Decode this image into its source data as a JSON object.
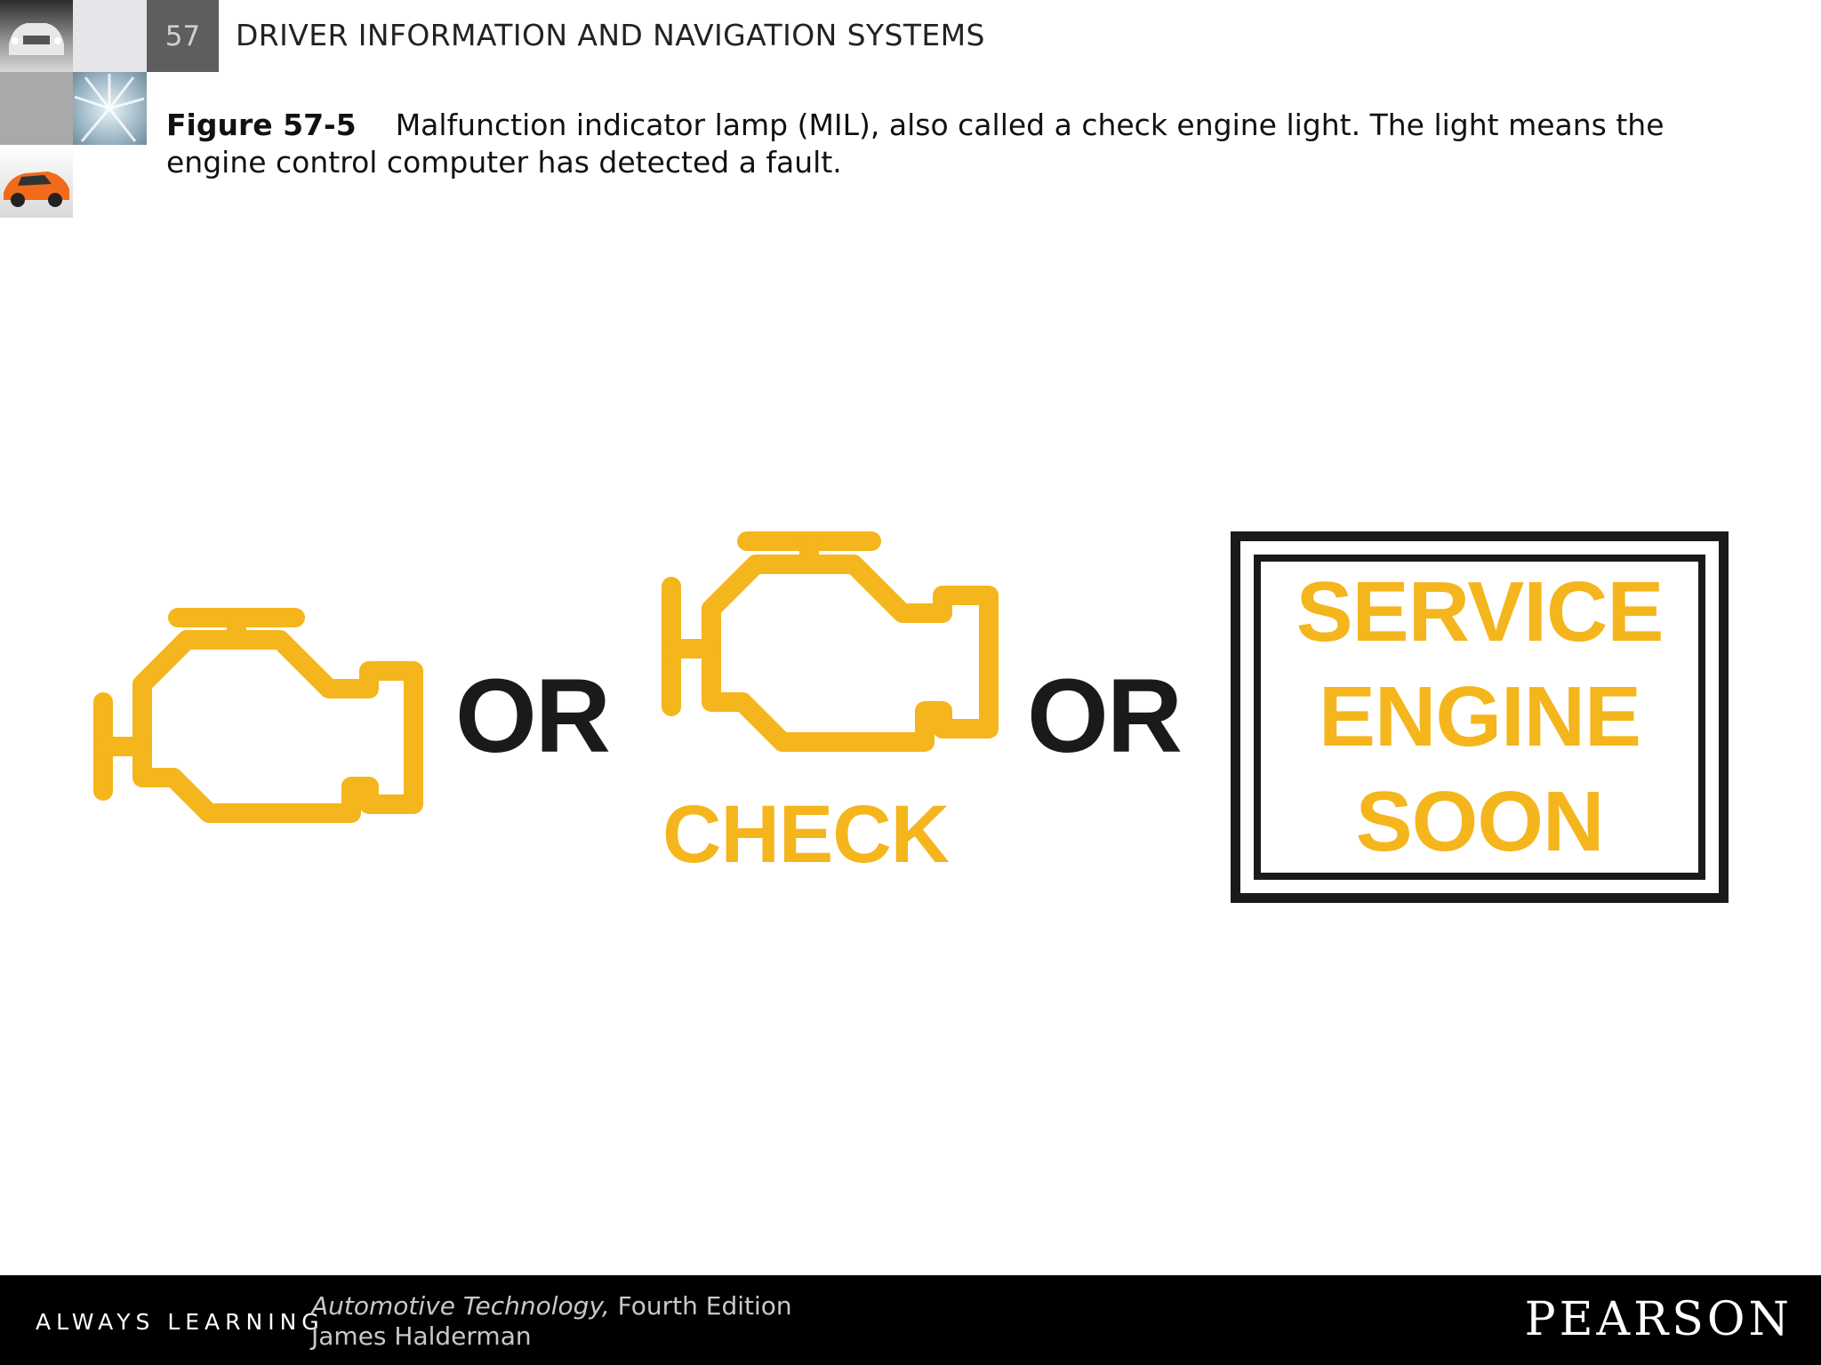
{
  "header": {
    "chapter_number": "57",
    "chapter_title": "DRIVER INFORMATION AND NAVIGATION SYSTEMS"
  },
  "caption": {
    "label": "Figure 57-5",
    "text": "Malfunction indicator lamp (MIL), also called a check engine light. The light means the engine control computer has detected a fault."
  },
  "figure": {
    "or_1": "OR",
    "or_2": "OR",
    "check_label": "CHECK",
    "service_lines": [
      "SERVICE",
      "ENGINE",
      "SOON"
    ],
    "lamp_color": "#F5B51C",
    "dark_color": "#1A1A1A"
  },
  "footer": {
    "tagline": "ALWAYS LEARNING",
    "book_title": "Automotive Technology,",
    "edition": "Fourth Edition",
    "author": "James Halderman",
    "publisher": "PEARSON"
  }
}
